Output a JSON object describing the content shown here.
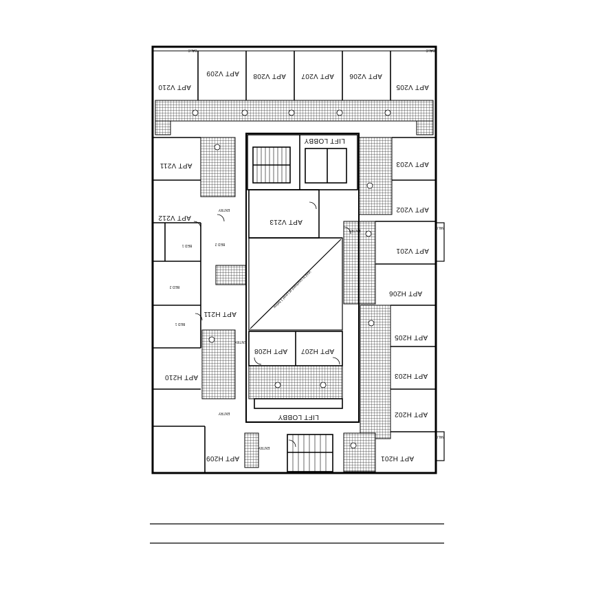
{
  "units": [
    {
      "id": "apt-v210",
      "label": "APT V210"
    },
    {
      "id": "apt-v209",
      "label": "APT V209"
    },
    {
      "id": "apt-v208",
      "label": "APT V208"
    },
    {
      "id": "apt-v207",
      "label": "APT V207"
    },
    {
      "id": "apt-v206",
      "label": "APT V206"
    },
    {
      "id": "apt-v205",
      "label": "APT V205"
    },
    {
      "id": "apt-v211",
      "label": "APT V211"
    },
    {
      "id": "apt-v212",
      "label": "APT V212"
    },
    {
      "id": "apt-v213",
      "label": "APT V213"
    },
    {
      "id": "apt-v203",
      "label": "APT V203"
    },
    {
      "id": "apt-v202",
      "label": "APT V202"
    },
    {
      "id": "apt-v201",
      "label": "APT V201"
    },
    {
      "id": "apt-h206",
      "label": "APT H206"
    },
    {
      "id": "apt-h211",
      "label": "APT H211"
    },
    {
      "id": "apt-h205",
      "label": "APT H205"
    },
    {
      "id": "apt-h208",
      "label": "APT H208"
    },
    {
      "id": "apt-h207",
      "label": "APT H207"
    },
    {
      "id": "apt-h210",
      "label": "APT H210"
    },
    {
      "id": "apt-h203",
      "label": "APT H203"
    },
    {
      "id": "apt-h202",
      "label": "APT H202"
    },
    {
      "id": "apt-h209",
      "label": "APT H209"
    },
    {
      "id": "apt-h201",
      "label": "APT H201"
    }
  ],
  "lobbies": [
    {
      "id": "lift-lobby-top",
      "label": "LIFT LOBBY"
    },
    {
      "id": "lift-lobby-bottom",
      "label": "LIFT LOBBY"
    }
  ],
  "rooms": {
    "bed_1": "BED 1",
    "bed_2": "BED 2",
    "entry": "ENTRY",
    "balc": "BALC"
  },
  "atrium_note": "Void to courtyard at Level 1 below"
}
